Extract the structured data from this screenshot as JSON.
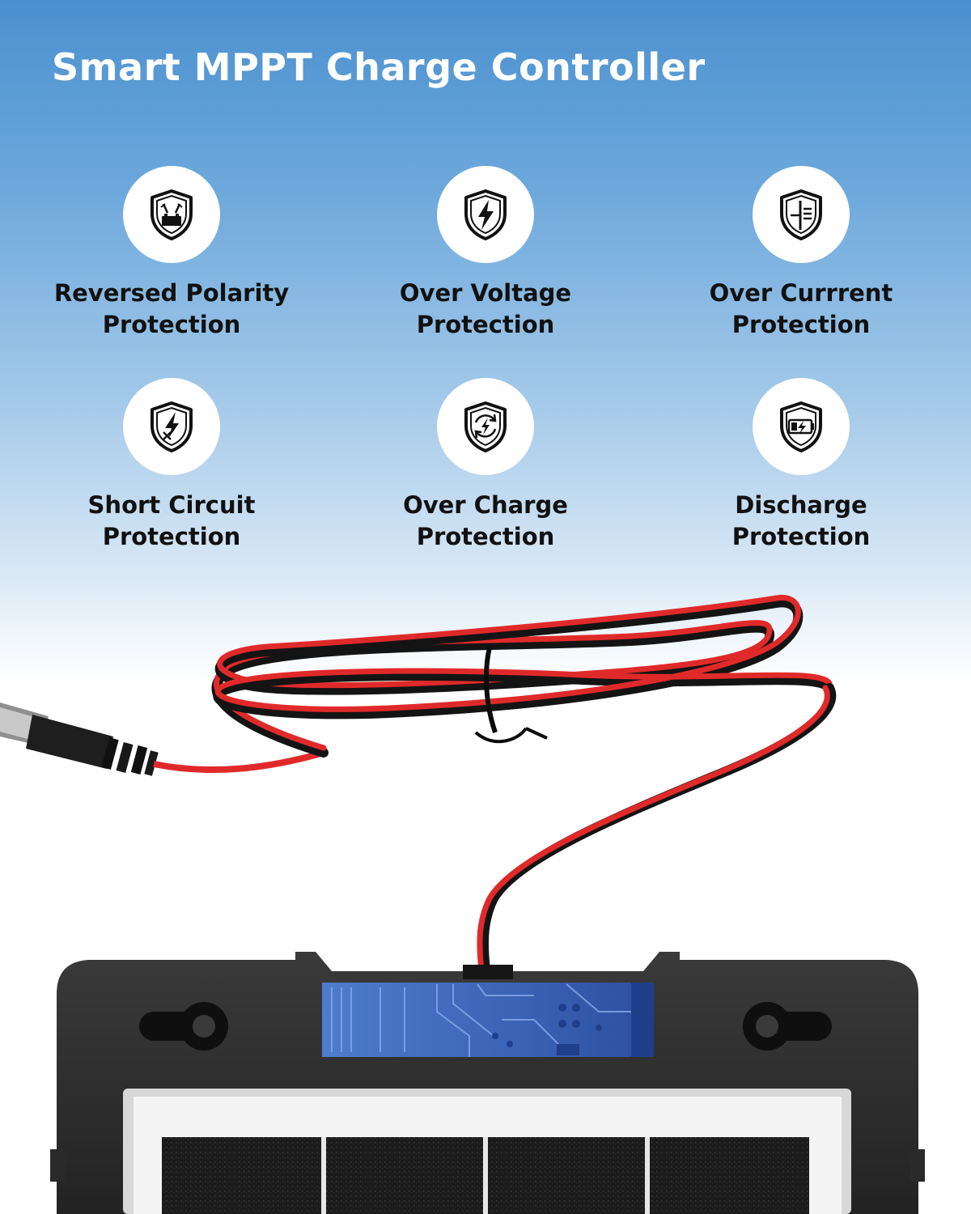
{
  "title": "Smart MPPT Charge Controller",
  "colors": {
    "gradient_top": "#4a90cf",
    "title_text": "#ffffff",
    "label_text": "#111111",
    "cable_red": "#e02a2a",
    "cable_black": "#141414",
    "housing": "#2c2c2c",
    "circuit_panel": "#3c63b8"
  },
  "features": [
    {
      "line1": "Reversed Polarity",
      "line2": "Protection",
      "icon": "reversed-polarity-shield-icon"
    },
    {
      "line1": "Over Voltage",
      "line2": "Protection",
      "icon": "over-voltage-shield-icon"
    },
    {
      "line1": "Over Currrent",
      "line2": "Protection",
      "icon": "over-current-shield-icon"
    },
    {
      "line1": "Short Circuit",
      "line2": "Protection",
      "icon": "short-circuit-shield-icon"
    },
    {
      "line1": "Over Charge",
      "line2": "Protection",
      "icon": "over-charge-shield-icon"
    },
    {
      "line1": "Discharge",
      "line2": "Protection",
      "icon": "discharge-shield-icon"
    }
  ]
}
